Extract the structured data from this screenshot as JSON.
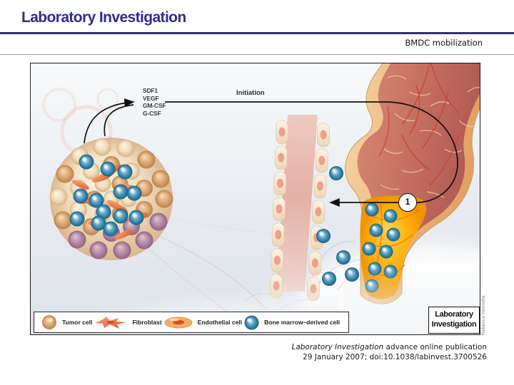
{
  "slide": {
    "journal_title": "Laboratory Investigation",
    "page_heading": "BMDC mobilization"
  },
  "figure": {
    "cytokines": [
      "SDF1",
      "VEGF",
      "GM-CSF",
      "G-CSF"
    ],
    "phase_label": "Initiation",
    "step_number": "1",
    "legend": [
      {
        "label": "Tumor cell"
      },
      {
        "label": "Fibroblast"
      },
      {
        "label": "Endothelial cell"
      },
      {
        "label": "Bone marrow–derived cell"
      }
    ],
    "logo_line1": "Laboratory",
    "logo_line2": "Investigation",
    "artist_credit": "Rebecca Henretta"
  },
  "caption": {
    "journal_name": "Laboratory Investigation",
    "text_after_journal": " advance online publication",
    "line2": "29 January 2007; doi:10.1038/labinvest.3700526"
  },
  "colors": {
    "brand_navy": "#2b2e8c",
    "divider_gray": "#9a9a9a",
    "tumor_cell_tan": "#d9a273",
    "fibroblast_orange": "#e86a3a",
    "endothelial_orange": "#f0a05a",
    "bmdc_blue": "#3d8fb5",
    "marrow_yellow": "#ffab07",
    "bone_cortex_tan": "#eab275",
    "marrow_red": "#c26a5e"
  }
}
